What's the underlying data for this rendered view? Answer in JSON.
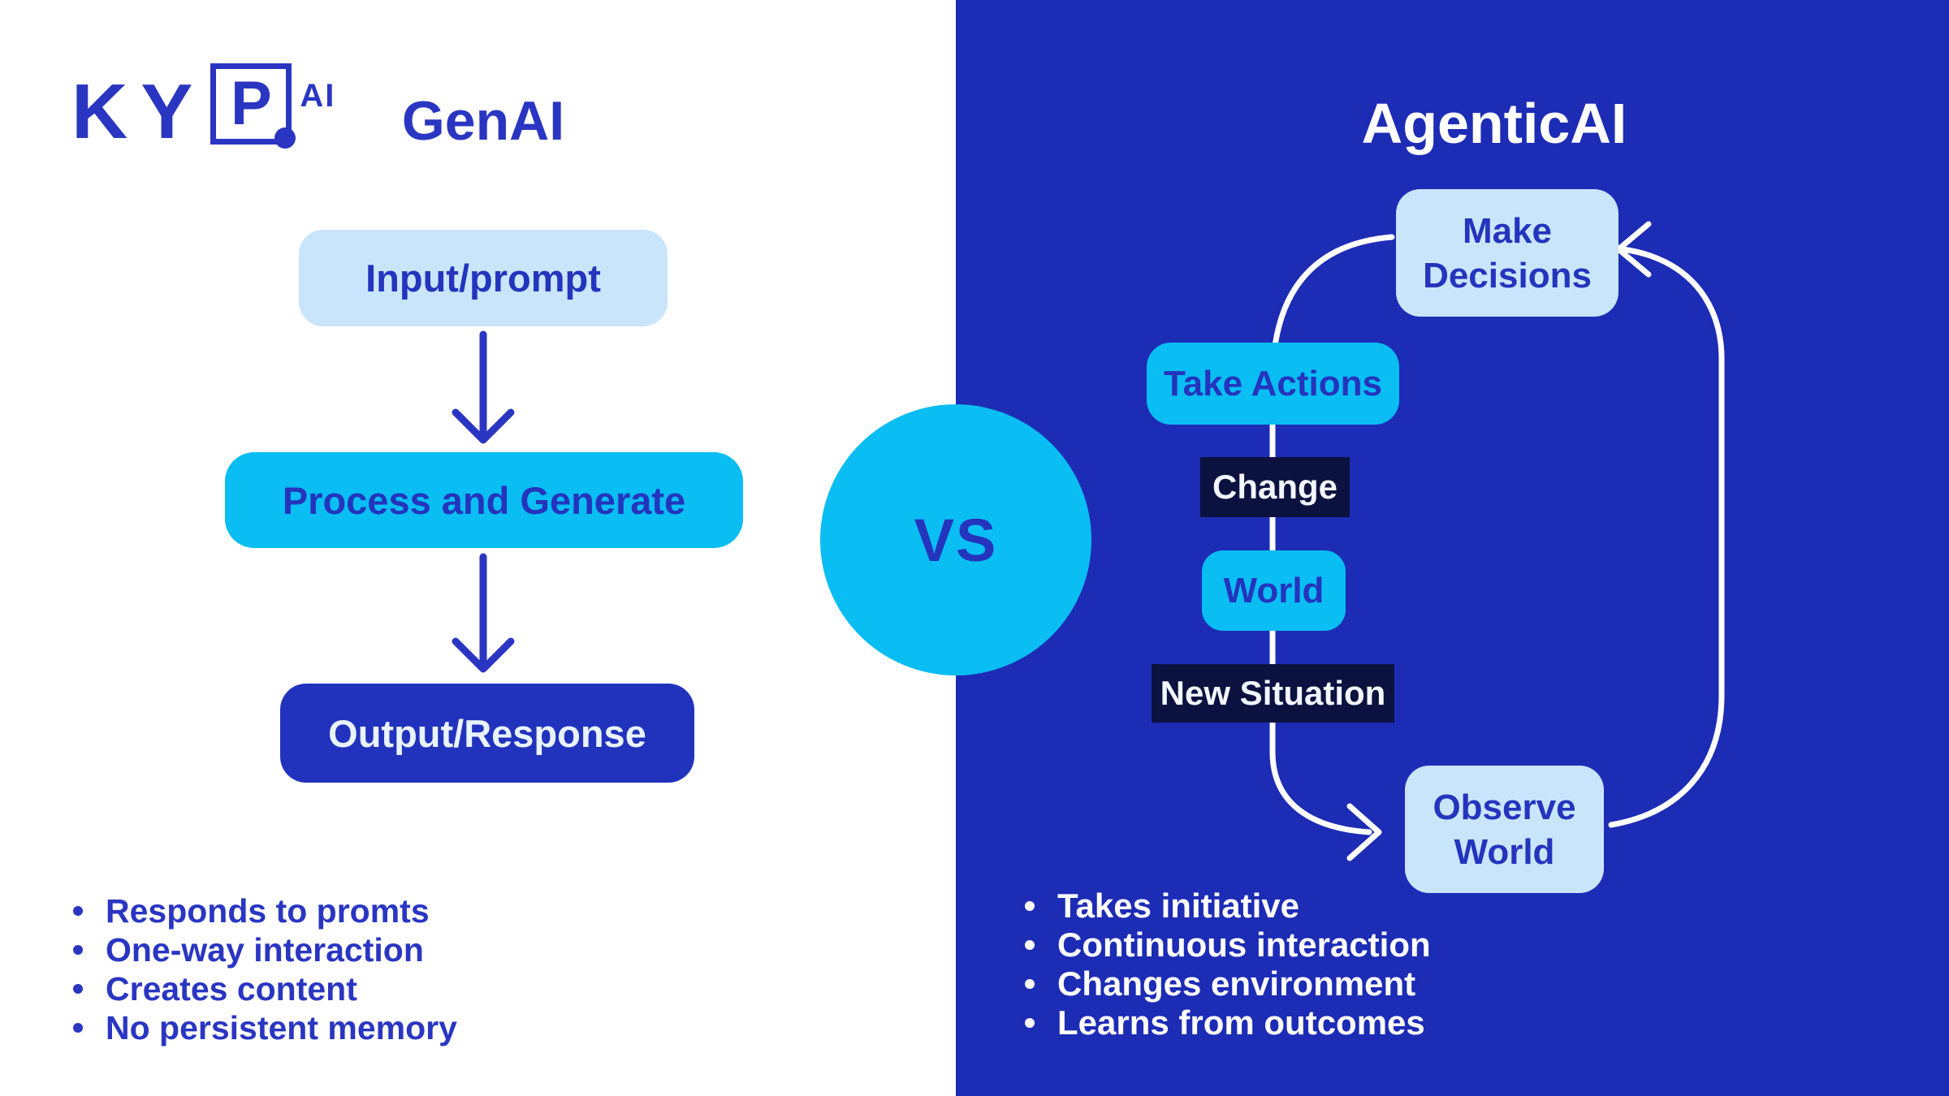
{
  "logo": {
    "text_ky": "KY",
    "boxed_letter": "P",
    "suffix": "AI"
  },
  "left_section": {
    "title": "GenAI",
    "flow_boxes": [
      {
        "label": "Input/prompt"
      },
      {
        "label": "Process and Generate"
      },
      {
        "label": "Output/Response"
      }
    ],
    "bullets": [
      "Responds to promts",
      "One-way interaction",
      "Creates content",
      "No persistent memory"
    ]
  },
  "divider": {
    "vs_label": "VS"
  },
  "right_section": {
    "title": "AgenticAI",
    "loop_boxes": {
      "make_decisions": "Make Decisions",
      "take_actions": "Take Actions",
      "change": "Change",
      "world": "World",
      "new_situation": "New Situation",
      "observe_world": "Observe World"
    },
    "bullets": [
      "Takes initiative",
      "Continuous interaction",
      "Changes environment",
      "Learns from outcomes"
    ]
  },
  "colors": {
    "accent_blue": "#2a36c2",
    "panel_blue": "#1d2cb5",
    "cyan": "#0abdf3",
    "light_blue": "#c9e5fc",
    "navy": "#0c123f",
    "dark_box_blue": "#2133bd",
    "white": "#ffffff"
  }
}
